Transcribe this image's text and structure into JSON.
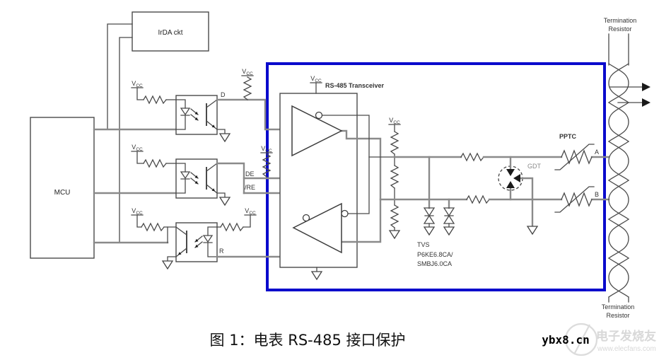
{
  "diagram": {
    "blocks": {
      "irda": "IrDA ckt",
      "mcu": "MCU",
      "transceiver": "RS-485 Transceiver"
    },
    "signals": {
      "d": "D",
      "de": "DE",
      "re": "/RE",
      "r": "R",
      "a": "A",
      "b": "B"
    },
    "power": {
      "vcc": "V",
      "vcc_sub": "CC"
    },
    "protection": {
      "gdt": "GDT",
      "pptc": "PPTC",
      "tvs_title": "TVS",
      "tvs_part1": "P6KE6.8CA/",
      "tvs_part2": "SMBJ6.0CA"
    },
    "termination": {
      "line1": "Termination",
      "line2": "Resistor"
    }
  },
  "caption": "图 1：电表 RS-485 接口保护",
  "watermark": {
    "site": "ybx8.cn",
    "brand": "电子发烧友",
    "url": "www.elecfans.com"
  },
  "colors": {
    "highlight_box": "#0a0acc",
    "wire": "#4a4a4a",
    "bus_wire": "#8a8a8a",
    "text": "#333333",
    "watermark_gray": "#d8d8d8"
  }
}
